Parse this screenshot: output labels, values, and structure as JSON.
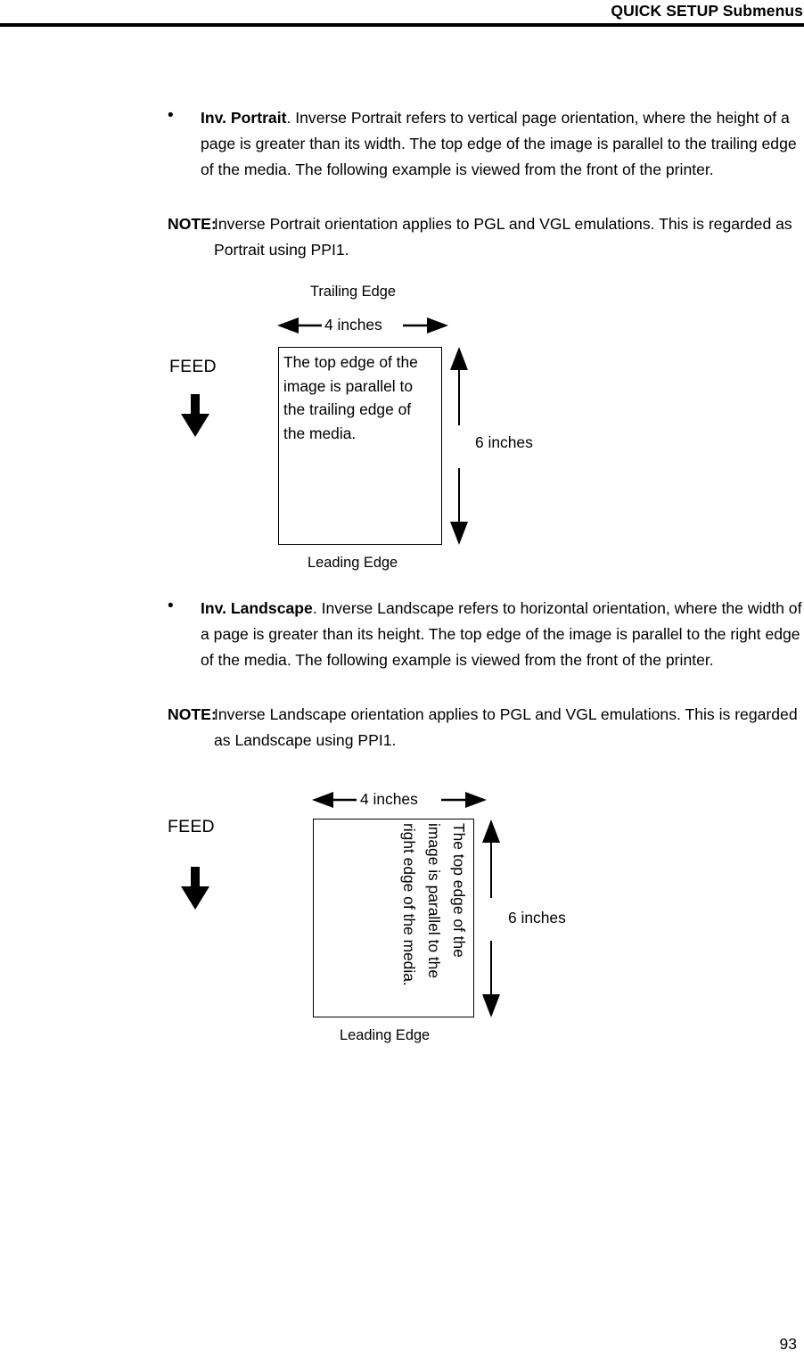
{
  "header": {
    "title": "QUICK SETUP Submenus"
  },
  "bullets": [
    {
      "marker": "•",
      "term": "Inv. Portrait",
      "body": ". Inverse Portrait refers to vertical page orientation, where the height of a page is greater than its width. The top edge of the image is parallel to the trailing edge of the media. The following example is viewed from the front of the printer."
    },
    {
      "marker": "•",
      "term": "Inv. Landscape",
      "body": ". Inverse Landscape refers to horizontal orientation, where the width of a page is greater than its height. The top edge of the image is parallel to the right edge of the media. The following example is viewed from the front of the printer."
    }
  ],
  "notes": [
    {
      "label": "NOTE:",
      "text": "Inverse Portrait orientation applies to PGL and VGL emulations. This is regarded as Portrait using PPI1."
    },
    {
      "label": "NOTE:",
      "text": "Inverse Landscape orientation applies to PGL and VGL emulations. This is regarded as Landscape using PPI1."
    }
  ],
  "diagram_portrait": {
    "trailing_edge_label": "Trailing Edge",
    "leading_edge_label": "Leading Edge",
    "feed_label": "FEED",
    "width_label": "4 inches",
    "height_label": "6 inches",
    "media_text": "The top edge of the image is parallel to the trailing edge of the media."
  },
  "diagram_landscape": {
    "leading_edge_label": "Leading Edge",
    "feed_label": "FEED",
    "width_label": "4 inches",
    "height_label": "6 inches",
    "media_text": "The top edge of the image is parallel to the right edge of the media."
  },
  "footer": {
    "page_number": "93"
  }
}
